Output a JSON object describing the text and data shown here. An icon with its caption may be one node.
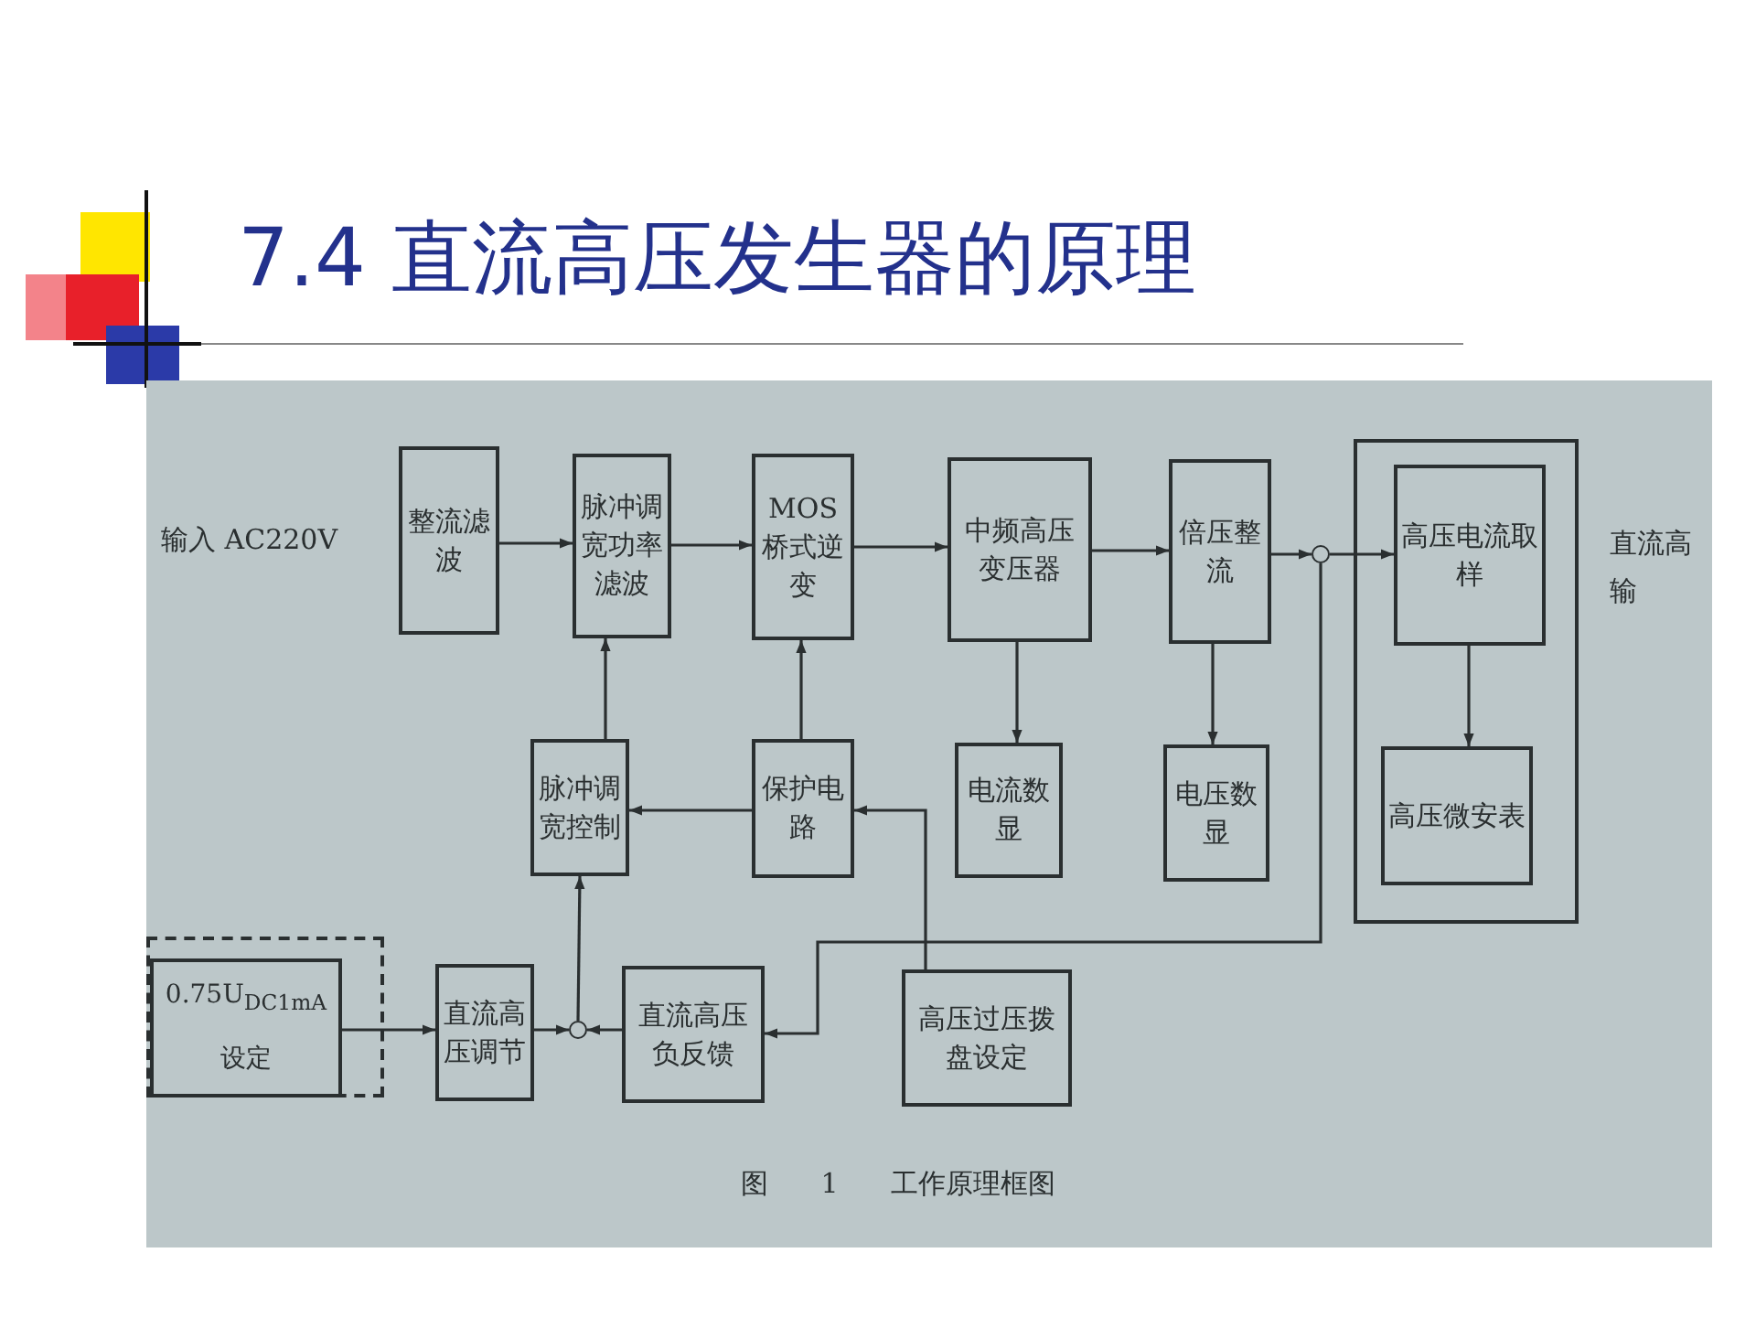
{
  "diagram": {
    "title": "7.4 直流高压发生器的原理",
    "caption": "图 1 工作原理框图",
    "nodes": [
      {
        "text": [
          "整流滤波"
        ]
      },
      {
        "text": [
          "脉冲调宽功率滤波"
        ]
      },
      {
        "text": [
          "MOS桥式逆变"
        ]
      },
      {
        "text": [
          "中频高压变压器"
        ]
      },
      {
        "text": [
          "倍压整流"
        ]
      },
      {
        "text": [],
        "shape": "box"
      },
      {
        "text": [
          "高压电流取样"
        ],
        "in": 5
      },
      {
        "text": [
          "高压微安表"
        ],
        "in": 5
      },
      {
        "text": [
          "脉冲调宽控制"
        ]
      },
      {
        "text": [
          "保护电路"
        ]
      },
      {
        "text": [
          "电流数显"
        ]
      },
      {
        "text": [
          "电压数显"
        ]
      },
      {
        "text": [],
        "shape": "box"
      },
      {
        "text": [
          "0.75U$_{DC1mA}$",
          "设定"
        ],
        "in": 12
      },
      {
        "text": [
          "直流高压调节"
        ]
      },
      {
        "text": [],
        "shape": "circle"
      },
      {
        "text": [
          "直流高压负反馈"
        ]
      },
      {
        "text": [
          "高压过压拨盘设定"
        ]
      },
      {
        "text": [],
        "shape": "circle"
      }
    ],
    "edges": [
      {
        "from": 0,
        "to": 1,
        "arrow": "to"
      },
      {
        "from": 1,
        "to": 2,
        "arrow": "to"
      },
      {
        "from": 2,
        "to": 3,
        "arrow": "to"
      },
      {
        "from": 3,
        "to": 4,
        "arrow": "to"
      },
      {
        "from": 4,
        "to": 18,
        "arrow": "to"
      },
      {
        "from": 18,
        "to": 6,
        "arrow": "to"
      },
      {
        "from": 6,
        "to": 7,
        "arrow": "to"
      },
      {
        "from": 3,
        "to": 10,
        "arrow": "to"
      },
      {
        "from": 4,
        "to": 11,
        "arrow": "to"
      },
      {
        "from": 8,
        "to": 1,
        "arrow": "to"
      },
      {
        "from": 9,
        "to": 2,
        "arrow": "to"
      },
      {
        "from": 9,
        "to": 8,
        "arrow": "to"
      },
      {
        "from": 17,
        "to": 9,
        "arrow": "to"
      },
      {
        "from": 18,
        "to": 16,
        "arrow": "to"
      },
      {
        "from": 13,
        "to": 14,
        "arrow": "to"
      },
      {
        "from": 14,
        "to": 15,
        "arrow": "to"
      },
      {
        "from": 16,
        "to": 15,
        "arrow": "to"
      },
      {
        "from": 15,
        "to": 8,
        "arrow": "to"
      }
    ],
    "labels": [
      "输入 AC220V",
      "直流高输"
    ]
  }
}
